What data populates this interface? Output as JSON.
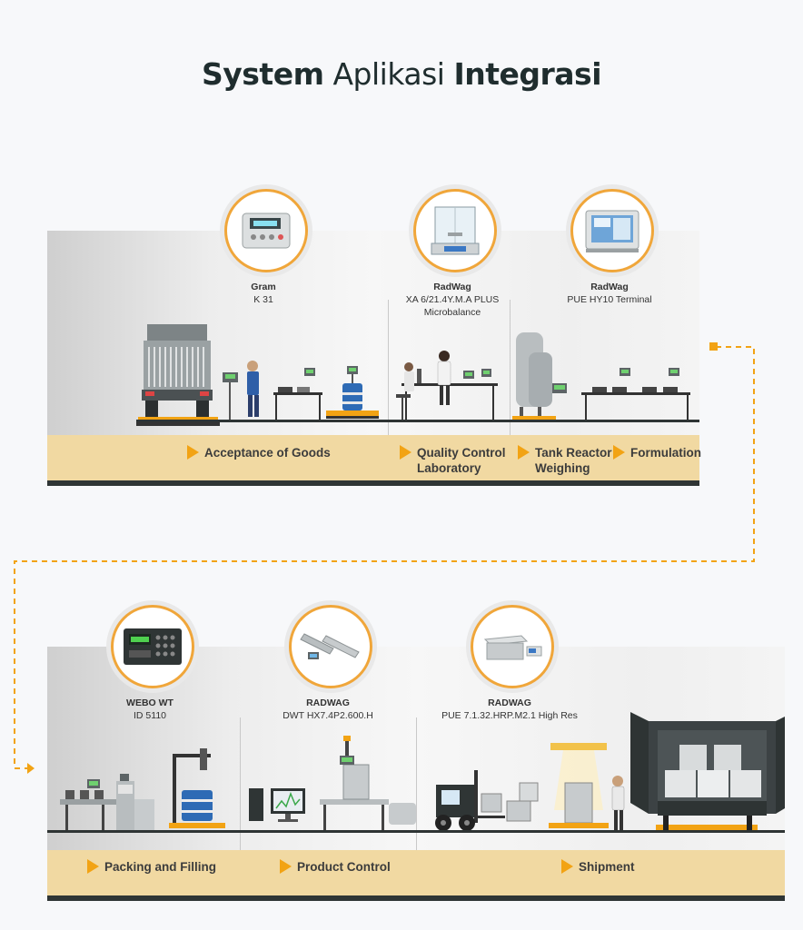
{
  "title": {
    "bold1": "System",
    "light": "Aplikasi",
    "bold2": "Integrasi"
  },
  "colors": {
    "accent": "#f2a314",
    "band": "#f1d9a2",
    "ring": "#f0a63a",
    "dark": "#2f3535"
  },
  "products": [
    {
      "brand": "Gram",
      "model": "K 31",
      "model2": "",
      "icon": "weighing-indicator-icon"
    },
    {
      "brand": "RadWag",
      "model": "XA 6/21.4Y.M.A PLUS",
      "model2": "Microbalance",
      "icon": "microbalance-icon"
    },
    {
      "brand": "RadWag",
      "model": "PUE HY10 Terminal",
      "model2": "",
      "icon": "terminal-icon"
    },
    {
      "brand": "WEBO WT",
      "model": "ID 5110",
      "model2": "",
      "icon": "indicator-keypad-icon"
    },
    {
      "brand": "RADWAG",
      "model": "DWT HX7.4P2.600.H",
      "model2": "",
      "icon": "beam-scale-icon"
    },
    {
      "brand": "RADWAG",
      "model": "PUE 7.1.32.HRP.M2.1 High Res",
      "model2": "",
      "icon": "platform-scale-icon"
    }
  ],
  "stages_top": [
    {
      "label": "Acceptance of Goods",
      "label2": ""
    },
    {
      "label": "Quality Control",
      "label2": "Laboratory"
    },
    {
      "label": "Tank Reactor",
      "label2": "Weighing"
    },
    {
      "label": "Formulation",
      "label2": ""
    }
  ],
  "stages_bottom": [
    {
      "label": "Packing and Filling",
      "label2": ""
    },
    {
      "label": "Product Control",
      "label2": ""
    },
    {
      "label": "Shipment",
      "label2": ""
    }
  ]
}
